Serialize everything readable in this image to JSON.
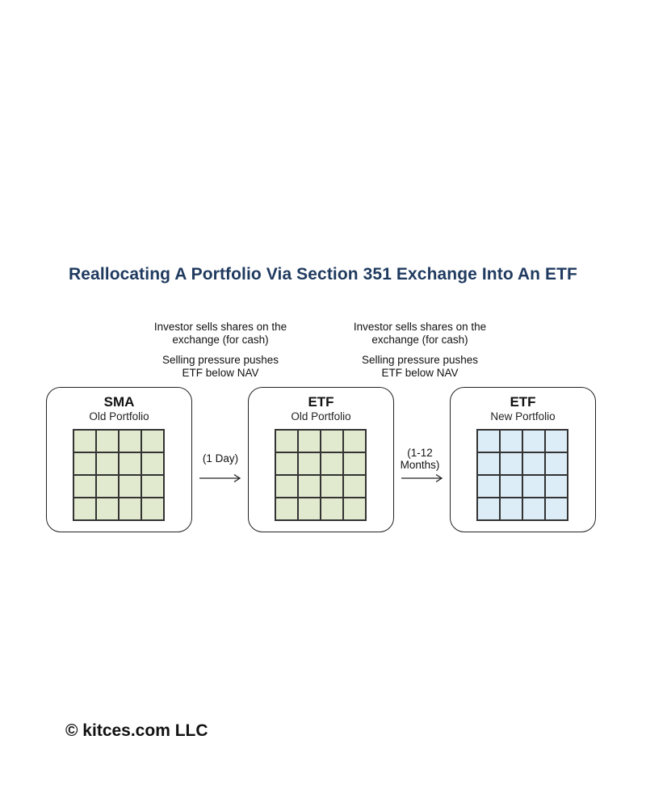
{
  "title": "Reallocating A Portfolio Via Section 351 Exchange Into An ETF",
  "notes": [
    {
      "line1": "Investor sells shares on the",
      "line2": "exchange (for cash)",
      "line3": "Selling pressure pushes",
      "line4": "ETF below NAV"
    },
    {
      "line1": "Investor sells shares on the",
      "line2": "exchange (for cash)",
      "line3": "Selling pressure pushes",
      "line4": "ETF below NAV"
    }
  ],
  "boxes": [
    {
      "title": "SMA",
      "subtitle": "Old Portfolio",
      "fill": "#e1e9cf"
    },
    {
      "title": "ETF",
      "subtitle": "Old Portfolio",
      "fill": "#e1e9cf"
    },
    {
      "title": "ETF",
      "subtitle": "New Portfolio",
      "fill": "#dcedf7"
    }
  ],
  "connectors": [
    {
      "line1": "(1 Day)",
      "line2": ""
    },
    {
      "line1": "(1-12",
      "line2": "Months)"
    }
  ],
  "footer": "© kitces.com LLC",
  "colors": {
    "title": "#1f3a5f",
    "old_fill": "#e1e9cf",
    "new_fill": "#dcedf7",
    "border": "#222222"
  }
}
